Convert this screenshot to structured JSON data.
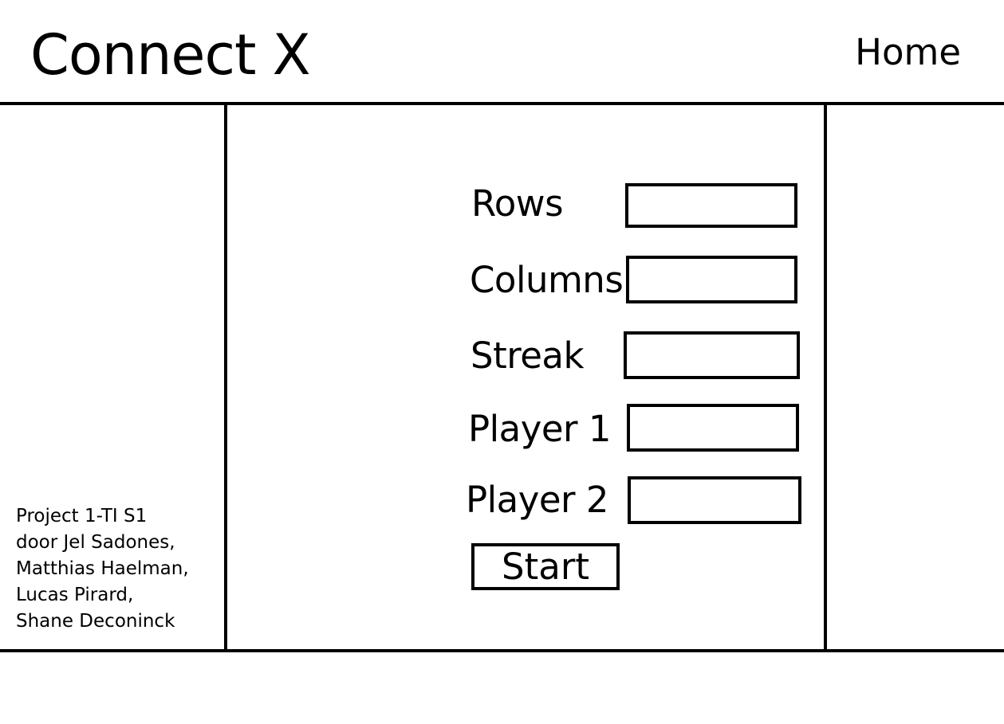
{
  "header": {
    "title": "Connect X",
    "nav_home": "Home"
  },
  "sidebar": {
    "credits": [
      "Project 1-TI S1",
      "door Jel Sadones,",
      "Matthias Haelman,",
      "Lucas Pirard,",
      "Shane Deconinck"
    ]
  },
  "form": {
    "fields": [
      {
        "label": "Rows",
        "value": ""
      },
      {
        "label": "Columns",
        "value": ""
      },
      {
        "label": "Streak",
        "value": ""
      },
      {
        "label": "Player 1",
        "value": ""
      },
      {
        "label": "Player 2",
        "value": ""
      }
    ],
    "start_label": "Start"
  }
}
